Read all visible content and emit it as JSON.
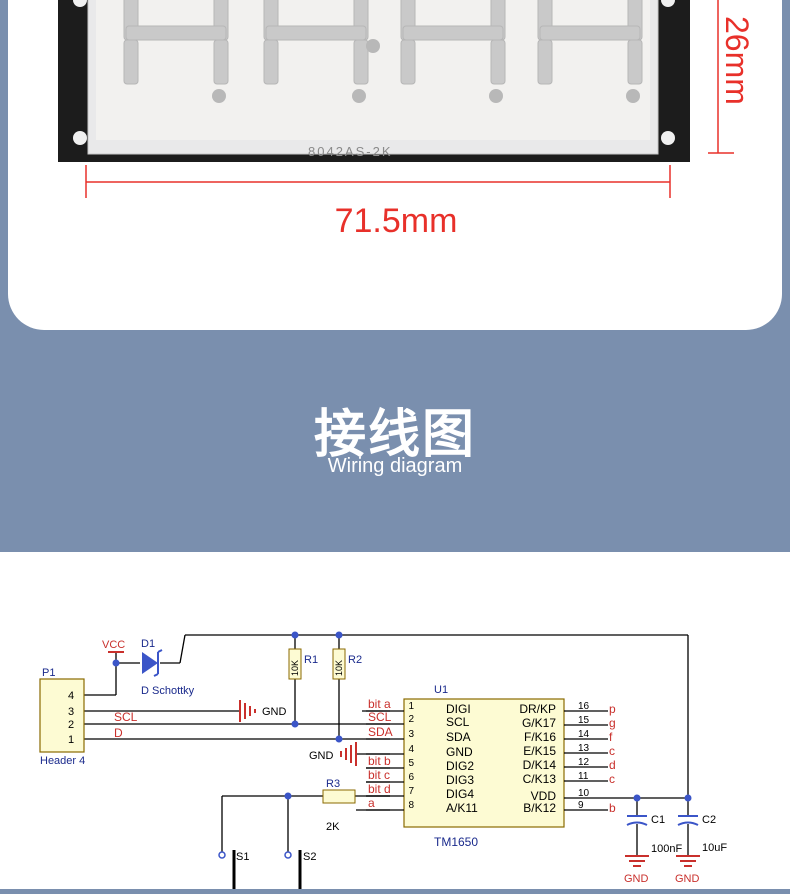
{
  "dimensions": {
    "width_label": "71.5mm",
    "height_label": "26mm",
    "module_marking": "8042AS-2K",
    "color": "#e8302a"
  },
  "heading": {
    "title_cn": "接线图",
    "title_en": "Wiring diagram"
  },
  "schematic": {
    "power": {
      "vcc": "VCC",
      "gnd": "GND"
    },
    "diode": {
      "ref": "D1",
      "type": "D Schottky"
    },
    "header": {
      "ref": "P1",
      "name": "Header 4",
      "pins": [
        "4",
        "3",
        "2",
        "1"
      ]
    },
    "net_labels": {
      "scl": "SCL",
      "d": "D"
    },
    "resistors": [
      {
        "ref": "R1",
        "value": "10K"
      },
      {
        "ref": "R2",
        "value": "10K"
      },
      {
        "ref": "R3",
        "value": "2K"
      }
    ],
    "chip": {
      "ref": "U1",
      "name": "TM1650",
      "left_pins": [
        {
          "num": "1",
          "name": "DIGI",
          "net": "bit a"
        },
        {
          "num": "2",
          "name": "SCL",
          "net": "SCL"
        },
        {
          "num": "3",
          "name": "SDA",
          "net": "SDA"
        },
        {
          "num": "4",
          "name": "GND",
          "net": ""
        },
        {
          "num": "5",
          "name": "DIG2",
          "net": "bit b"
        },
        {
          "num": "6",
          "name": "DIG3",
          "net": "bit c"
        },
        {
          "num": "7",
          "name": "DIG4",
          "net": "bit d"
        },
        {
          "num": "8",
          "name": "A/K11",
          "net": "a"
        }
      ],
      "right_pins": [
        {
          "num": "16",
          "name": "DR/KP",
          "net": "p"
        },
        {
          "num": "15",
          "name": "G/K17",
          "net": "g"
        },
        {
          "num": "14",
          "name": "F/K16",
          "net": "f"
        },
        {
          "num": "13",
          "name": "E/K15",
          "net": "c"
        },
        {
          "num": "12",
          "name": "D/K14",
          "net": "d"
        },
        {
          "num": "11",
          "name": "C/K13",
          "net": "c"
        },
        {
          "num": "10",
          "name": "VDD",
          "net": ""
        },
        {
          "num": "9",
          "name": "B/K12",
          "net": "b"
        }
      ]
    },
    "capacitors": [
      {
        "ref": "C1",
        "value": "100nF"
      },
      {
        "ref": "C2",
        "value": "10uF"
      }
    ],
    "switches": [
      {
        "ref": "S1"
      },
      {
        "ref": "S2"
      }
    ]
  }
}
